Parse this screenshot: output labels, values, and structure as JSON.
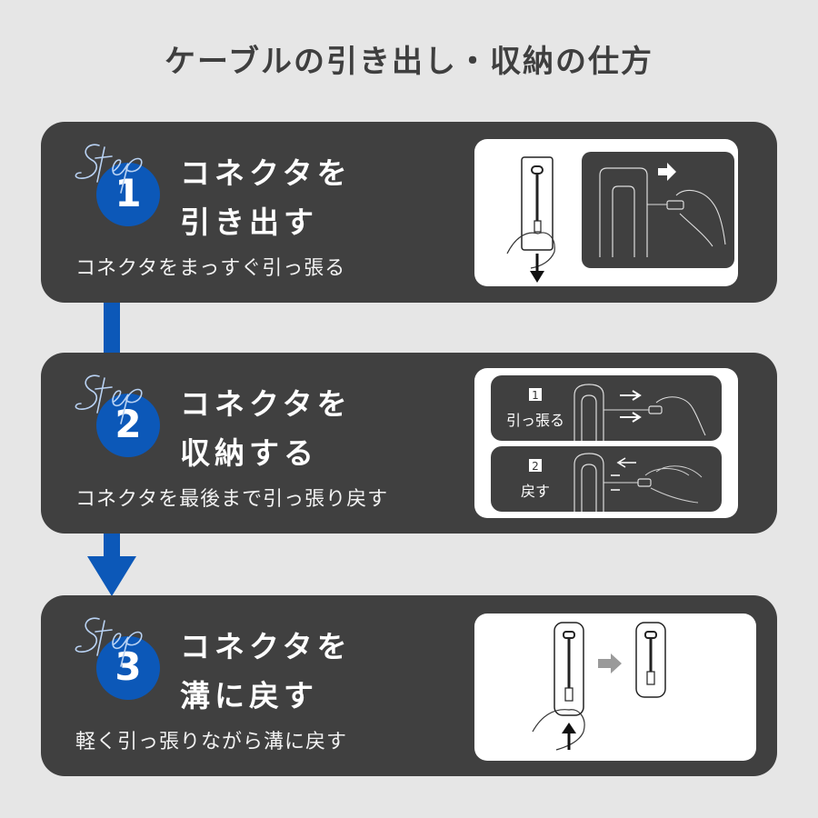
{
  "page": {
    "title": "ケーブルの引き出し・収納の仕方",
    "colors": {
      "background": "#e6e6e6",
      "card": "#404040",
      "accent_blue": "#0c58b8",
      "text_white": "#ffffff",
      "title_text": "#3f3f3f"
    }
  },
  "steps": [
    {
      "step_label": "Step",
      "number": "1",
      "heading_line1": "コネクタを",
      "heading_line2": "引き出す",
      "description": "コネクタをまっすぐ引っ張る",
      "illustration": "pull-connector-down-and-out"
    },
    {
      "step_label": "Step",
      "number": "2",
      "heading_line1": "コネクタを",
      "heading_line2": "収納する",
      "description": "コネクタを最後まで引っ張り戻す",
      "illustration": "pull-then-return",
      "substeps": [
        {
          "number": "1",
          "label": "引っ張る"
        },
        {
          "number": "2",
          "label": "戻す"
        }
      ]
    },
    {
      "step_label": "Step",
      "number": "3",
      "heading_line1": "コネクタを",
      "heading_line2": "溝に戻す",
      "description": "軽く引っ張りながら溝に戻す",
      "illustration": "push-connector-into-groove"
    }
  ]
}
